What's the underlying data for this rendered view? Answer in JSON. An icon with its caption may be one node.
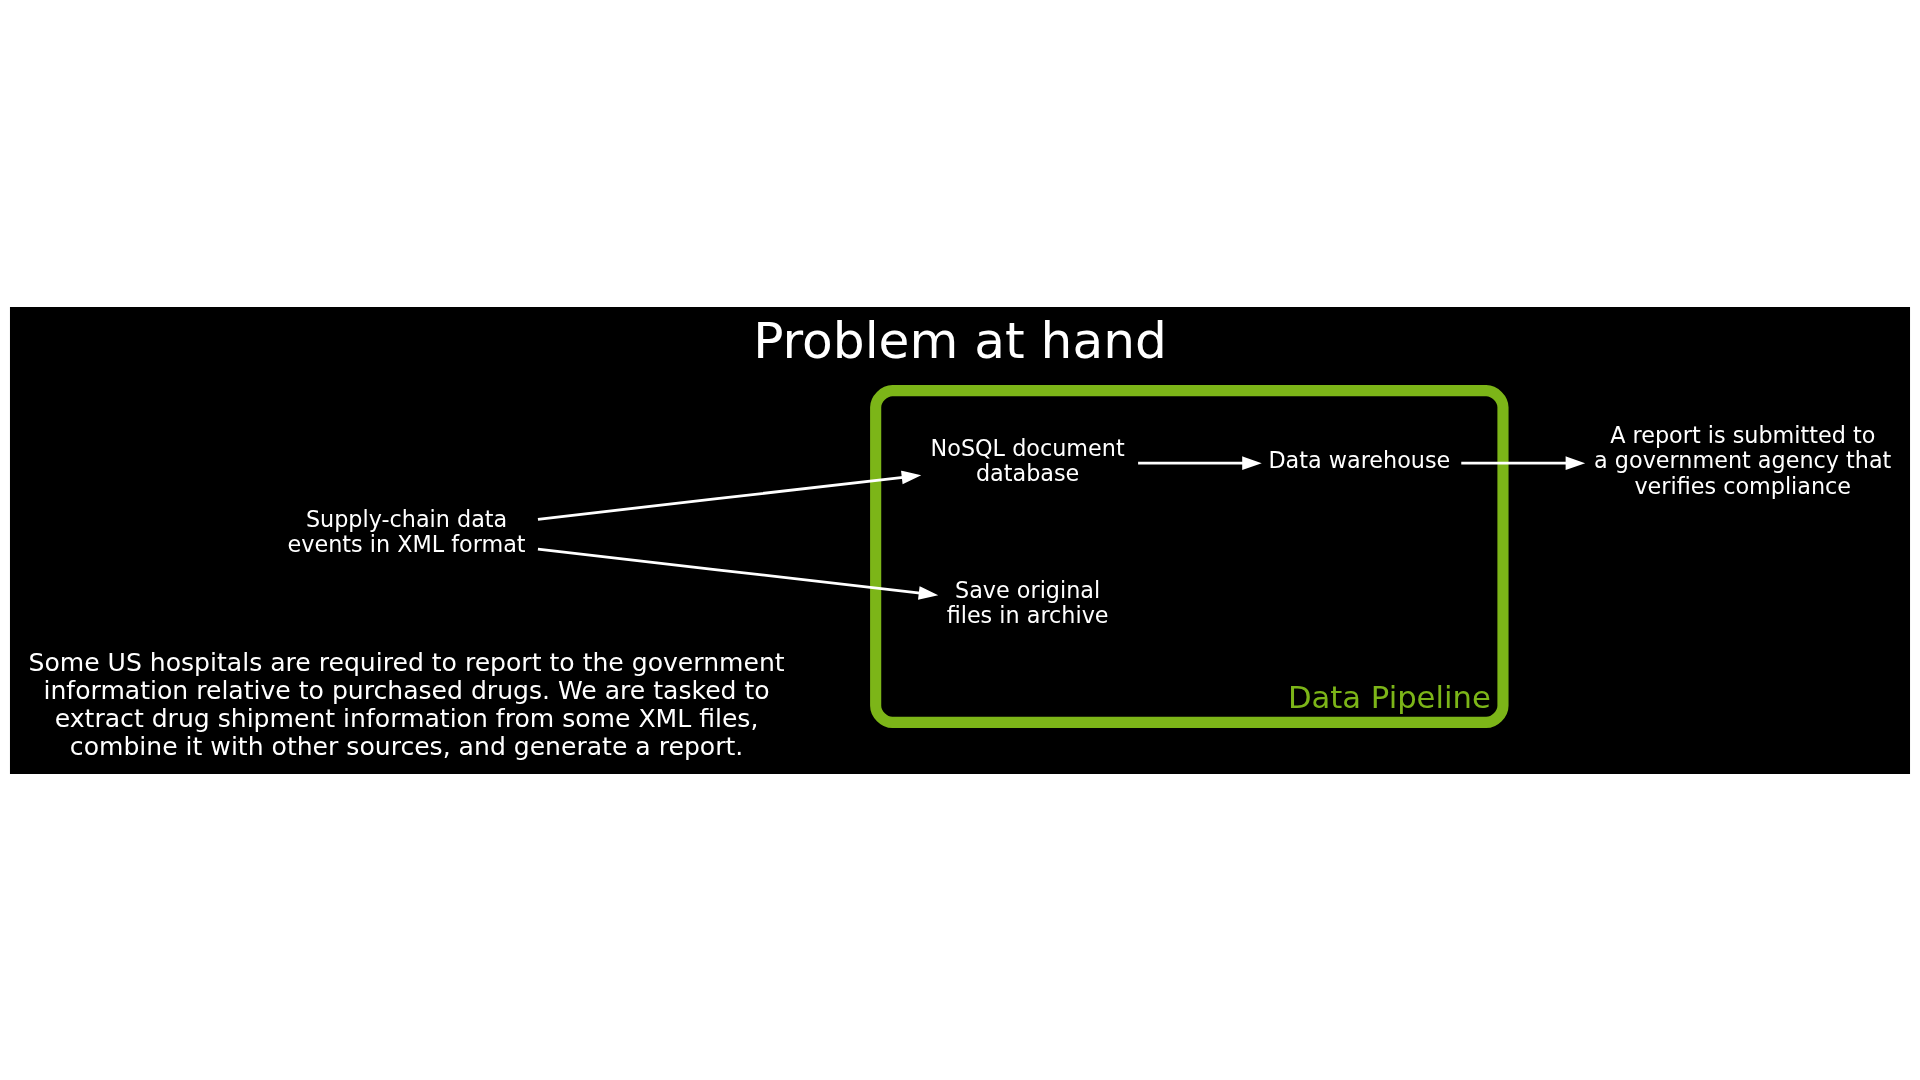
{
  "diagram": {
    "title": "Problem at hand",
    "nodes": [
      {
        "text": [
          "Data Pipeline"
        ]
      },
      {
        "text": [
          "Supply-chain data events in XML format"
        ]
      },
      {
        "text": [
          "NoSQL document database"
        ],
        "in": 0
      },
      {
        "text": [
          "Data warehouse"
        ],
        "in": 0
      },
      {
        "text": [
          "Save original files in archive"
        ],
        "in": 0
      },
      {
        "text": [
          "A report is submitted to a government agency that verifies compliance"
        ]
      }
    ],
    "edges": [
      {
        "from": 1,
        "to": 2,
        "arrow": "to"
      },
      {
        "from": 2,
        "to": 3,
        "arrow": "to"
      },
      {
        "from": 3,
        "to": 5,
        "arrow": "to"
      },
      {
        "from": 1,
        "to": 4,
        "arrow": "to"
      }
    ],
    "labels": [
      "Some US hospitals are required to report to the government information relative to purchased drugs. We are tasked to extract drug shipment information from some XML files, combine it with other sources, and generate a report."
    ]
  }
}
